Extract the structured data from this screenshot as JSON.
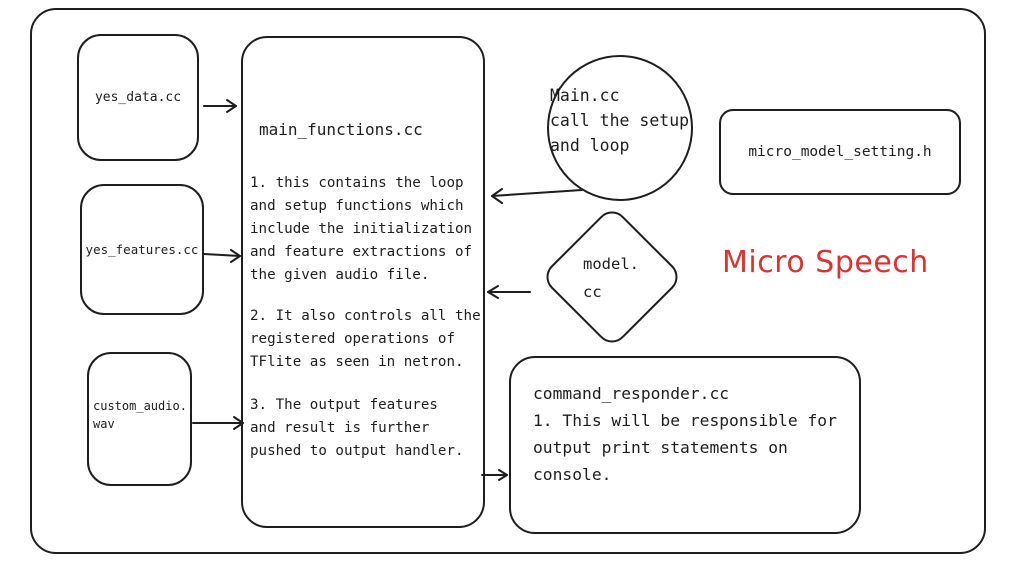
{
  "diagram": {
    "yes_data": "yes_data.cc",
    "yes_features": "yes_features.cc",
    "custom_audio": "custom_audio.\nwav",
    "main_functions": {
      "title": "main_functions.cc",
      "point1": "1. this contains the loop\nand setup functions which\ninclude the initialization\nand feature extractions of\nthe given audio file.",
      "point2": "2. It also controls all the\nregistered operations of\nTFlite as seen in netron.",
      "point3": "3. The output features\nand result is further\npushed to output handler."
    },
    "main_cc": "Main.cc\ncall the setup\nand loop",
    "model_cc": "model.\ncc",
    "micro_model_setting": "micro_model_setting.h",
    "command_responder": "command_responder.cc\n1. This will be responsible for\noutput print statements on\nconsole.",
    "title": "Micro Speech",
    "title_color": "#e03131",
    "stroke_color": "#1e1e1e"
  }
}
